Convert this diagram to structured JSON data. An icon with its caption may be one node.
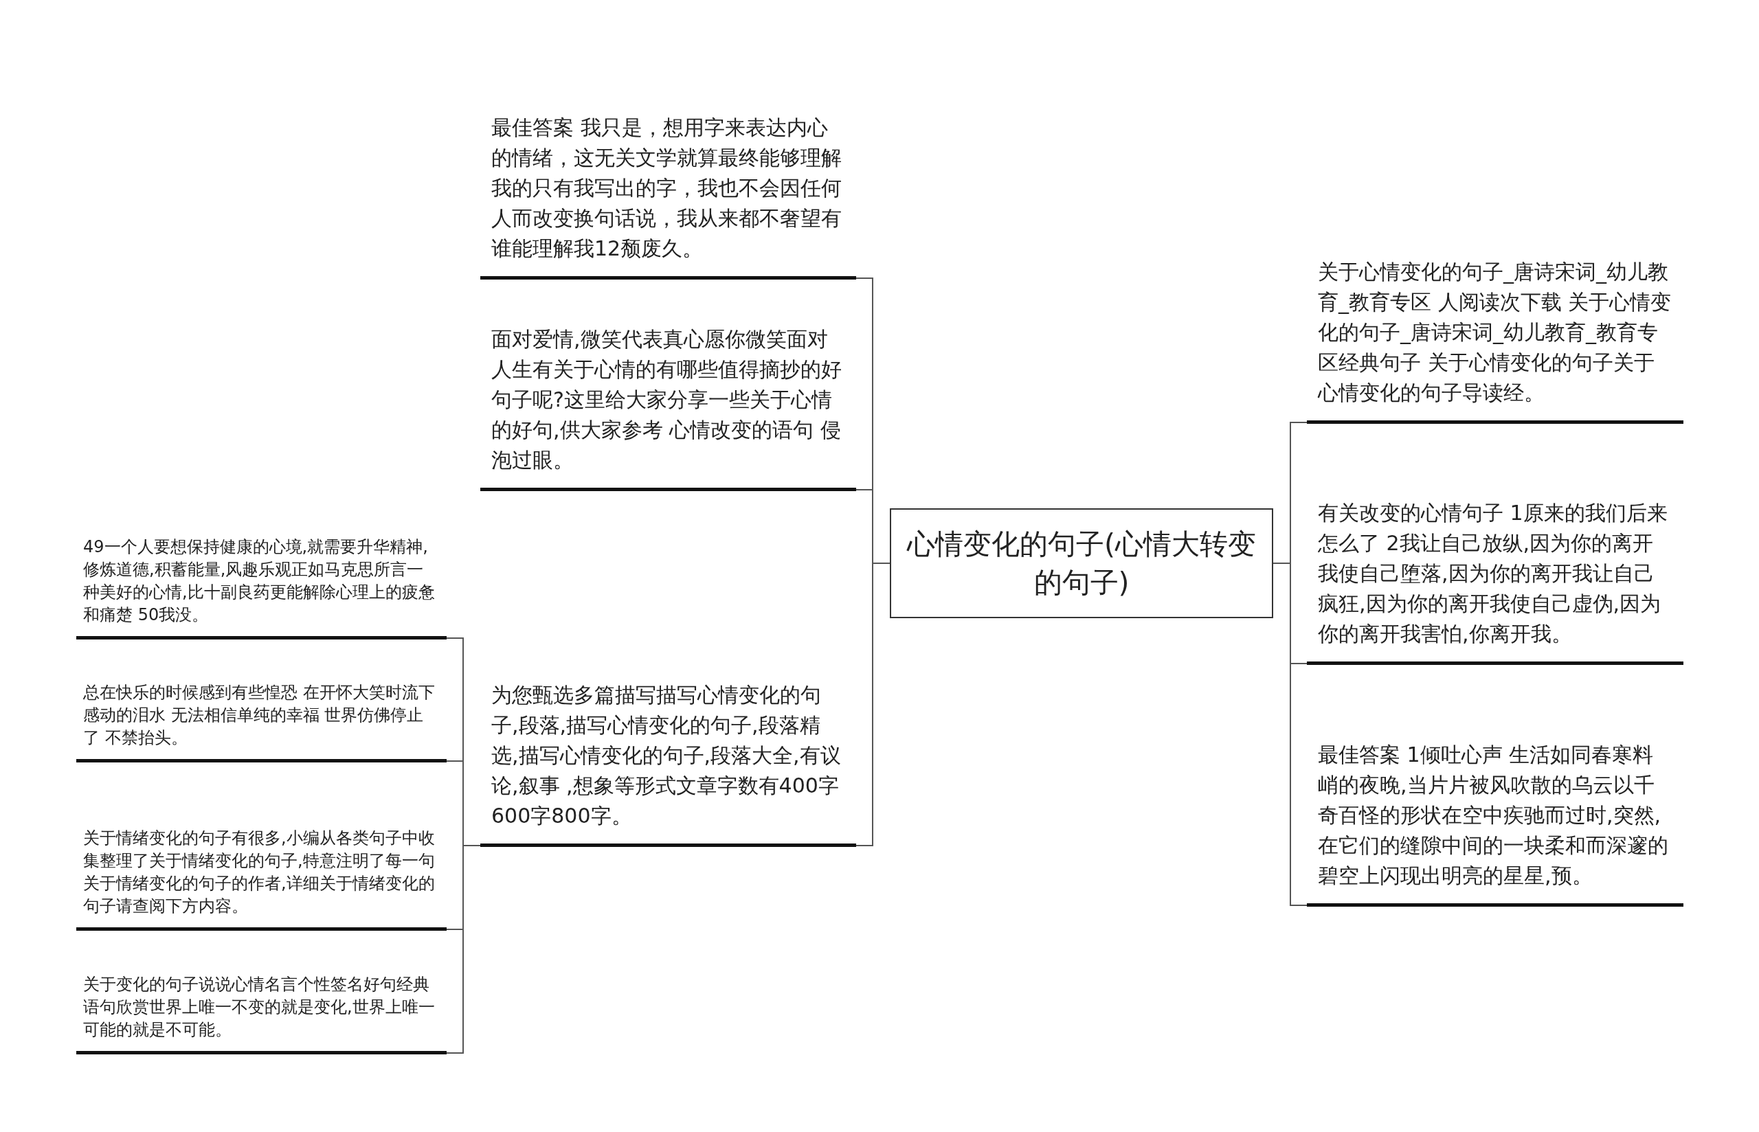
{
  "diagram": {
    "nodes": [
      {
        "text": [
          "心情变化的句子(心情大转变的句子)"
        ]
      },
      {
        "text": [
          "最佳答案 我只是，想用字来表达内心的情绪，这无关文学就算最终能够理解我的只有我写出的字，我也不会因任何人而改变换句话说，我从来都不奢望有谁能理解我12颓废久。"
        ]
      },
      {
        "text": [
          "面对爱情,微笑代表真心愿你微笑面对人生有关于心情的有哪些值得摘抄的好句子呢?这里给大家分享一些关于心情的好句,供大家参考 心情改变的语句 侵泡过眼。"
        ]
      },
      {
        "text": [
          "为您甄选多篇描写描写心情变化的句子,段落,描写心情变化的句子,段落精选,描写心情变化的句子,段落大全,有议论,叙事 ,想象等形式文章字数有400字600字800字。"
        ]
      },
      {
        "text": [
          "49一个人要想保持健康的心境,就需要升华精神,修炼道德,积蓄能量,风趣乐观正如马克思所言一种美好的心情,比十副良药更能解除心理上的疲惫和痛楚 50我没。"
        ]
      },
      {
        "text": [
          "总在快乐的时候感到有些惶恐 在开怀大笑时流下感动的泪水 无法相信单纯的幸福 世界仿佛停止了 不禁抬头。"
        ]
      },
      {
        "text": [
          "关于情绪变化的句子有很多,小编从各类句子中收集整理了关于情绪变化的句子,特意注明了每一句关于情绪变化的句子的作者,详细关于情绪变化的句子请查阅下方内容。"
        ]
      },
      {
        "text": [
          "关于变化的句子说说心情名言个性签名好句经典语句欣赏世界上唯一不变的就是变化,世界上唯一可能的就是不可能。"
        ]
      },
      {
        "text": [
          "关于心情变化的句子_唐诗宋词_幼儿教育_教育专区 人阅读次下载 关于心情变化的句子_唐诗宋词_幼儿教育_教育专区经典句子 关于心情变化的句子关于心情变化的句子导读经。"
        ]
      },
      {
        "text": [
          "有关改变的心情句子 1原来的我们后来怎么了 2我让自己放纵,因为你的离开我使自己堕落,因为你的离开我让自己疯狂,因为你的离开我使自己虚伪,因为你的离开我害怕,你离开我。"
        ]
      },
      {
        "text": [
          "最佳答案 1倾吐心声 生活如同春寒料峭的夜晚,当片片被风吹散的乌云以千奇百怪的形状在空中疾驰而过时,突然,在它们的缝隙中间的一块柔和而深邃的碧空上闪现出明亮的星星,预。"
        ]
      }
    ],
    "edges": [
      {
        "from": 0,
        "to": 1,
        "arrow": "none"
      },
      {
        "from": 0,
        "to": 2,
        "arrow": "none"
      },
      {
        "from": 0,
        "to": 3,
        "arrow": "none"
      },
      {
        "from": 3,
        "to": 4,
        "arrow": "none"
      },
      {
        "from": 3,
        "to": 5,
        "arrow": "none"
      },
      {
        "from": 3,
        "to": 6,
        "arrow": "none"
      },
      {
        "from": 3,
        "to": 7,
        "arrow": "none"
      },
      {
        "from": 0,
        "to": 8,
        "arrow": "none"
      },
      {
        "from": 0,
        "to": 9,
        "arrow": "none"
      },
      {
        "from": 0,
        "to": 10,
        "arrow": "none"
      }
    ]
  }
}
